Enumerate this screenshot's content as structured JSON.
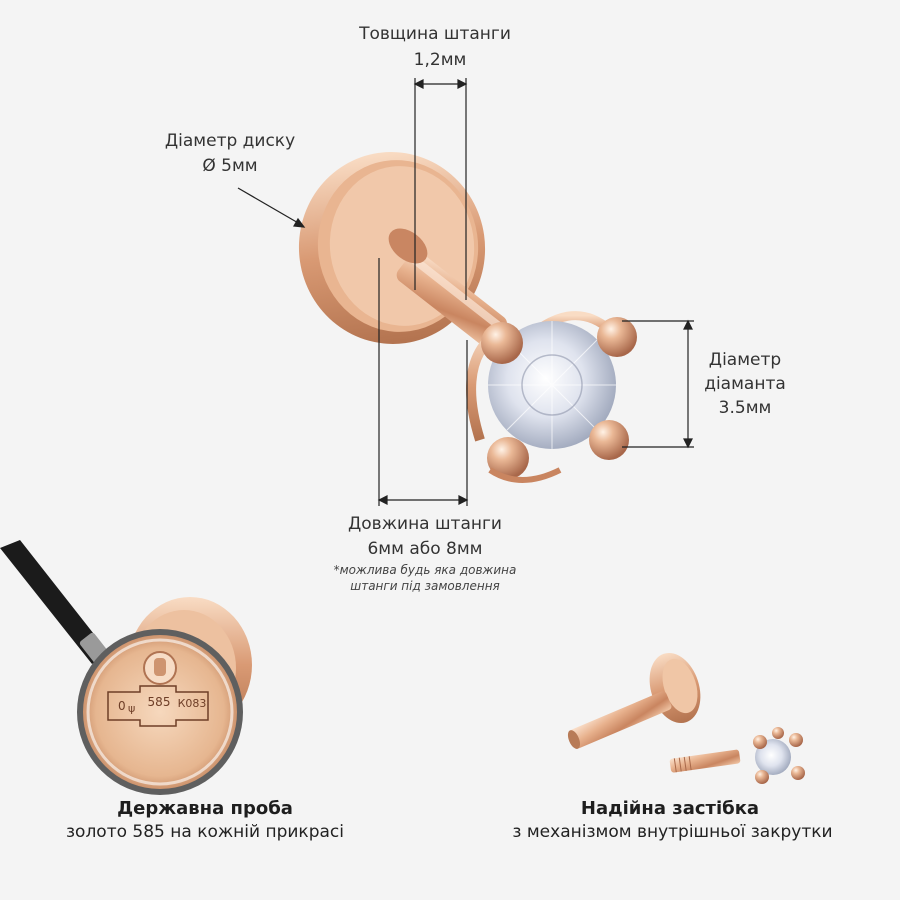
{
  "labels": {
    "bar_thickness_title": "Товщина штанги",
    "bar_thickness_value": "1,2мм",
    "disc_diameter_title": "Діаметр диску",
    "disc_diameter_value": "Ø 5мм",
    "diamond_diameter_line1": "Діаметр",
    "diamond_diameter_line2": "діаманта",
    "diamond_diameter_value": "3.5мм",
    "bar_length_title": "Довжина штанги",
    "bar_length_value": "6мм або 8мм",
    "bar_length_note_line1": "*можлива будь яка довжина",
    "bar_length_note_line2": "штанги під замовлення"
  },
  "stamp": {
    "hallmark_number": "585",
    "maker_code": "К083"
  },
  "features": [
    {
      "title": "Державна проба",
      "subtitle": "золото 585 на кожній прикрасі"
    },
    {
      "title": "Надійна застібка",
      "subtitle": "з механізмом внутрішньої закрутки"
    }
  ],
  "colors": {
    "background": "#f4f4f4",
    "gold_light": "#f6d2b4",
    "gold_mid": "#dca27c",
    "gold_dark": "#a9694a",
    "line": "#222222"
  }
}
